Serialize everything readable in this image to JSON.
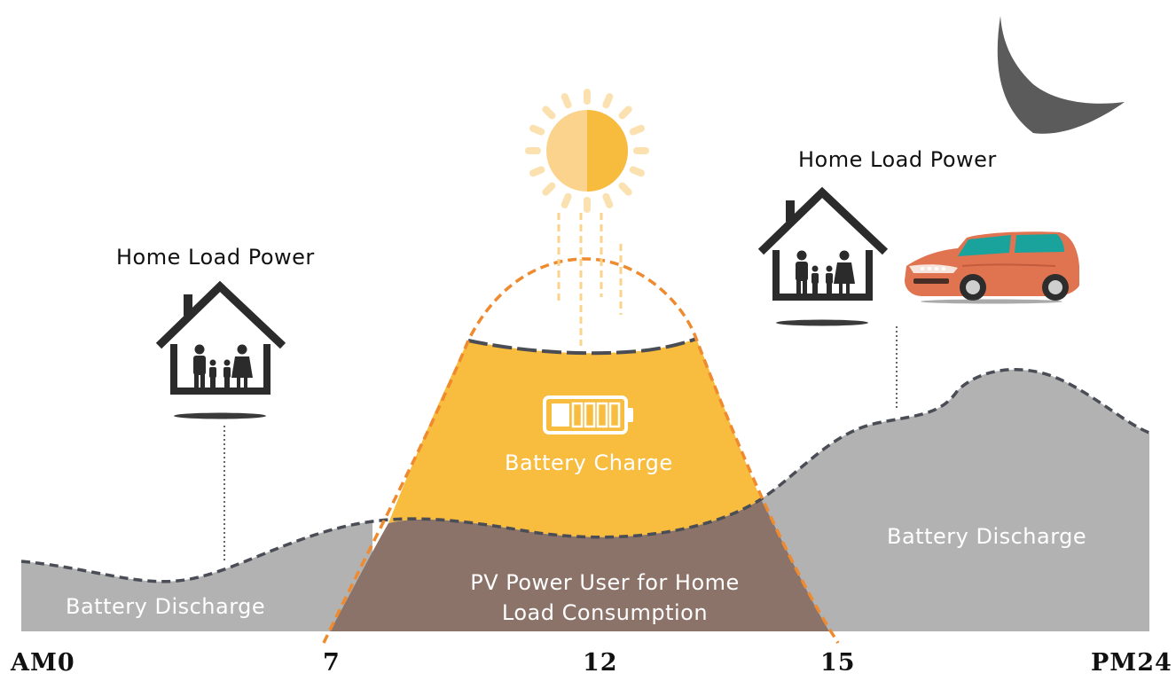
{
  "labels": {
    "home_load_left": "Home Load Power",
    "home_load_right": "Home Load Power",
    "battery_charge": "Battery Charge",
    "battery_discharge_left": "Battery Discharge",
    "battery_discharge_right": "Battery Discharge",
    "pv_line1": "PV Power User for Home",
    "pv_line2": "Load Consumption"
  },
  "axis": {
    "t0": "AM0",
    "t7": "7",
    "t12": "12",
    "t15": "15",
    "t24": "PM24"
  },
  "colors": {
    "discharge_gray": "#b2b2b2",
    "charge_yellow": "#f8bc3e",
    "pv_brown": "#8c7369",
    "pv_curve_orange": "#ef8a2e",
    "dash_dark": "#4a4d55",
    "sun_light": "#fbd38c",
    "sun_dark": "#f7bb3d",
    "moon": "#5b5b5b",
    "car_orange": "#e07350",
    "car_teal": "#1aa39c"
  },
  "icons": [
    "sun-icon",
    "moon-icon",
    "house-icon",
    "family-icon",
    "car-icon",
    "battery-icon"
  ]
}
